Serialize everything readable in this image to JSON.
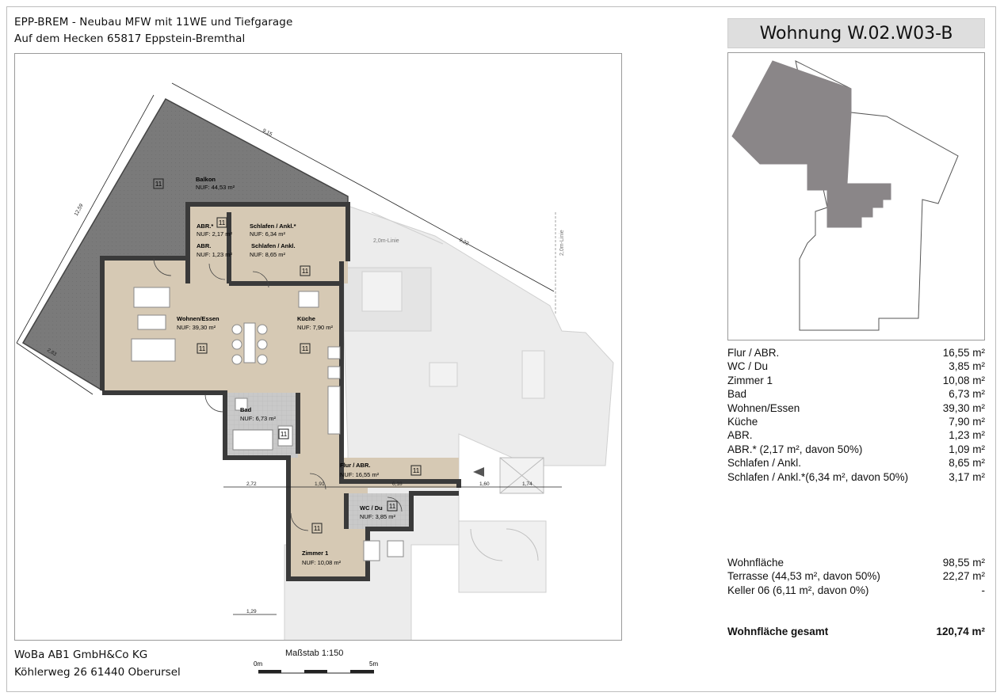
{
  "header": {
    "line1": "EPP-BREM - Neubau MFW mit 11WE und Tiefgarage",
    "line2": "Auf dem Hecken   65817 Eppstein-Bremthal"
  },
  "footer": {
    "line1": "WoBa AB1 GmbH&Co KG",
    "line2": "Köhlerweg 26   61440 Oberursel"
  },
  "scale": {
    "label": "Maßstab 1:150",
    "start": "0m",
    "end": "5m"
  },
  "unit_title": "Wohnung W.02.W03-B",
  "plan": {
    "room_tag": "11",
    "rooms": [
      {
        "name": "Balkon",
        "area": "NUF: 44,53 m²"
      },
      {
        "name": "ABR.*",
        "area": "NUF: 2,17 m²"
      },
      {
        "name": "ABR.",
        "area": "NUF: 1,23 m²"
      },
      {
        "name": "Schlafen / Ankl.*",
        "area": "NUF:           6,34 m²"
      },
      {
        "name": "Schlafen / Ankl.",
        "area": "NUF:           8,65 m²"
      },
      {
        "name": "Wohnen/Essen",
        "area": "NUF:  39,30 m²"
      },
      {
        "name": "Küche",
        "area": "NUF: 7,90 m²"
      },
      {
        "name": "Bad",
        "area": "NUF: 6,73 m²"
      },
      {
        "name": "Flur / ABR.",
        "area": "NUF: 16,55 m²"
      },
      {
        "name": "WC / Du",
        "area": "NUF: 3,85 m²"
      },
      {
        "name": "Zimmer 1",
        "area": "NUF: 10,08 m²"
      }
    ],
    "line_label": "2,0m-Linie",
    "dimensions": [
      "9,15",
      "12,59",
      "9,22",
      "2,72",
      "1,91",
      "6,18",
      "1,60",
      "1,74",
      "1,29",
      "2,83"
    ]
  },
  "areas": [
    {
      "label": "Flur / ABR.",
      "value": "16,55 m²"
    },
    {
      "label": "WC / Du",
      "value": "3,85 m²"
    },
    {
      "label": "Zimmer 1",
      "value": "10,08 m²"
    },
    {
      "label": "Bad",
      "value": "6,73 m²"
    },
    {
      "label": "Wohnen/Essen",
      "value": "39,30 m²"
    },
    {
      "label": "Küche",
      "value": "7,90 m²"
    },
    {
      "label": "ABR.",
      "value": "1,23 m²"
    },
    {
      "label": "ABR.* (2,17 m², davon 50%)",
      "value": "1,09 m²"
    },
    {
      "label": "Schlafen / Ankl.",
      "value": "8,65 m²"
    },
    {
      "label": "Schlafen / Ankl.*(6,34 m², davon 50%)",
      "value": "3,17 m²"
    }
  ],
  "summary": [
    {
      "label": "Wohnfläche",
      "value": "98,55 m²"
    },
    {
      "label": "Terrasse (44,53 m², davon 50%)",
      "value": "22,27 m²"
    },
    {
      "label": "Keller 06 (6,11 m², davon 0%)",
      "value": "-"
    }
  ],
  "total": {
    "label": "Wohnfläche gesamt",
    "value": "120,74 m²"
  },
  "colors": {
    "balcony": "#7a7a7a",
    "unit_floor": "#d6c9b4",
    "wet_floor": "#c9c9c9",
    "wall": "#3a3a3a",
    "neighbor": "#ececec",
    "keyplan_fill": "#8a8688"
  }
}
